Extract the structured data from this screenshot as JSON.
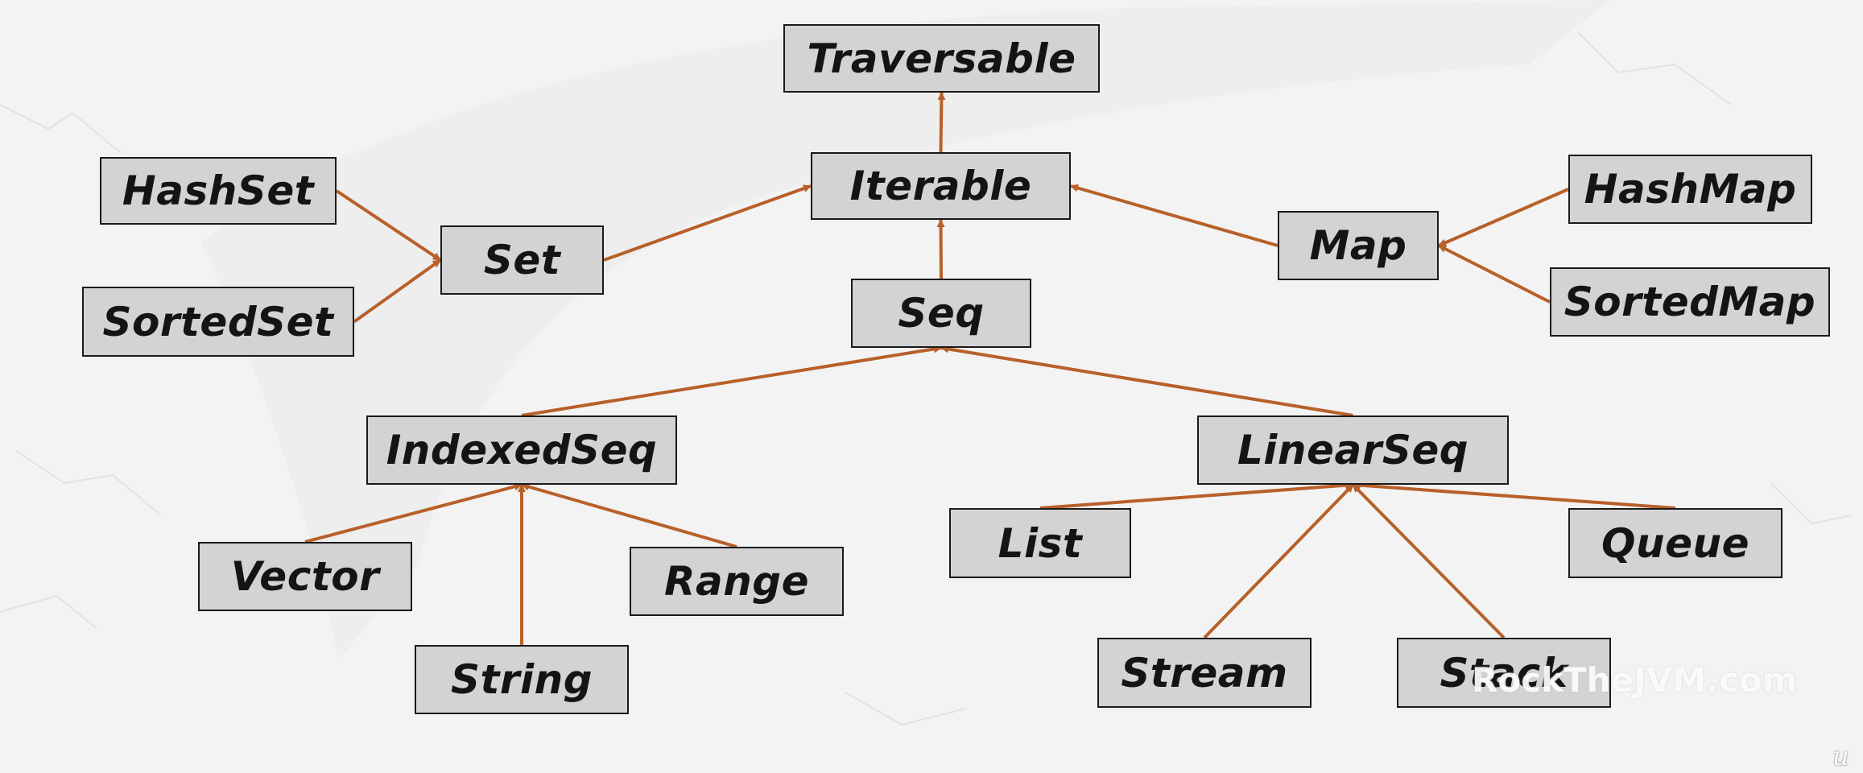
{
  "diagram": {
    "nodes": {
      "traversable": "Traversable",
      "iterable": "Iterable",
      "hashset": "HashSet",
      "set": "Set",
      "sortedset": "SortedSet",
      "map": "Map",
      "hashmap": "HashMap",
      "sortedmap": "SortedMap",
      "seq": "Seq",
      "indexedseq": "IndexedSeq",
      "linearseq": "LinearSeq",
      "vector": "Vector",
      "range": "Range",
      "string": "String",
      "list": "List",
      "queue": "Queue",
      "stream": "Stream",
      "stack": "Stack"
    },
    "edges": [
      [
        "iterable",
        "traversable"
      ],
      [
        "seq",
        "iterable"
      ],
      [
        "set",
        "iterable"
      ],
      [
        "map",
        "iterable"
      ],
      [
        "hashset",
        "set"
      ],
      [
        "sortedset",
        "set"
      ],
      [
        "hashmap",
        "map"
      ],
      [
        "sortedmap",
        "map"
      ],
      [
        "indexedseq",
        "seq"
      ],
      [
        "linearseq",
        "seq"
      ],
      [
        "vector",
        "indexedseq"
      ],
      [
        "string",
        "indexedseq"
      ],
      [
        "range",
        "indexedseq"
      ],
      [
        "list",
        "linearseq"
      ],
      [
        "stream",
        "linearseq"
      ],
      [
        "stack",
        "linearseq"
      ],
      [
        "queue",
        "linearseq"
      ]
    ],
    "edge_color": "#b8602a",
    "node_fill": "#d3d3d3",
    "node_border": "#1a1a1a"
  },
  "watermark": "RockTheJVM.com",
  "corner_mark": "u"
}
